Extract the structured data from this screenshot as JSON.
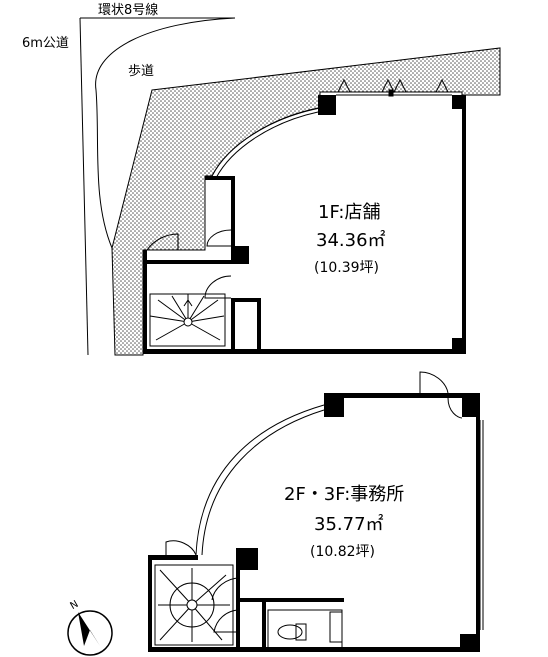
{
  "labels": {
    "road_ring8": "環状8号線",
    "road_6m": "6m公道",
    "sidewalk": "歩道"
  },
  "floor1": {
    "name": "1F:店舗",
    "area": "34.36㎡",
    "tsubo": "(10.39坪)"
  },
  "floor23": {
    "name": "2F・3F:事務所",
    "area": "35.77㎡",
    "tsubo": "(10.82坪)"
  },
  "compass": {
    "north": "N"
  },
  "colors": {
    "wall": "#000000",
    "hatch": "#555555"
  }
}
